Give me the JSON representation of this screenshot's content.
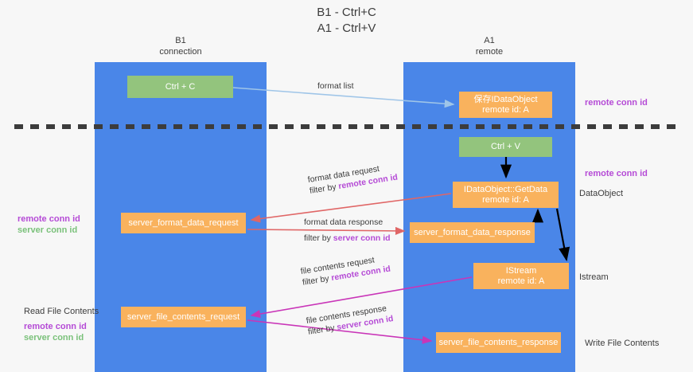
{
  "title": {
    "line1": "B1 - Ctrl+C",
    "line2": "A1 - Ctrl+V"
  },
  "lanes": [
    {
      "id": "b1",
      "name": "B1",
      "role": "connection",
      "color": "#4a86e8"
    },
    {
      "id": "a1",
      "name": "A1",
      "role": "remote",
      "color": "#4a86e8"
    }
  ],
  "colors": {
    "lane": "#4a86e8",
    "green_node": "#93c47d",
    "orange_node": "#f9b25d",
    "remote_conn_id": "#b54bd6",
    "server_conn_id": "#7ac17a",
    "format_arrow": "#e06666",
    "file_arrow": "#c935b8",
    "format_list_arrow": "#9fc5e8",
    "black_arrow": "#000000",
    "divider": "#3c3c3c"
  },
  "nodes": {
    "ctrl_c": {
      "label": "Ctrl + C",
      "style": "green"
    },
    "data_object": {
      "label": "保存IDataObject",
      "sublabel": "remote id: A",
      "style": "orange"
    },
    "ctrl_v": {
      "label": "Ctrl + V",
      "style": "green"
    },
    "get_data": {
      "label": "IDataObject::GetData",
      "sublabel": "remote id: A",
      "style": "orange"
    },
    "server_format_data_request": {
      "label": "server_format_data_request",
      "style": "orange"
    },
    "server_format_data_response": {
      "label": "server_format_data_response",
      "style": "orange"
    },
    "istream": {
      "label": "IStream",
      "sublabel": "remote id: A",
      "style": "orange"
    },
    "server_file_contents_request": {
      "label": "server_file_contents_request",
      "style": "orange"
    },
    "server_file_contents_response": {
      "label": "server_file_contents_response",
      "style": "orange"
    }
  },
  "flows": {
    "format_list": {
      "line1": "format list",
      "filter_prefix": "",
      "filter_key": ""
    },
    "format_data_request": {
      "line1": "format data request",
      "filter_prefix": "filter by ",
      "filter_key": "remote conn id"
    },
    "format_data_response": {
      "line1": "format data response",
      "filter_prefix": "filter by ",
      "filter_key": "server conn id"
    },
    "file_contents_request": {
      "line1": "file contents request",
      "filter_prefix": "filter by ",
      "filter_key": "remote conn id"
    },
    "file_contents_response": {
      "line1": "file contents response",
      "filter_prefix": "filter by ",
      "filter_key": "server conn id"
    }
  },
  "annotations": {
    "right_remote_conn_id_top": "remote conn id",
    "right_remote_conn_id_mid": "remote conn id",
    "right_data_object": "DataObject",
    "right_istream": "Istream",
    "right_write_file_contents": "Write File Contents",
    "left_remote_conn_id_mid": "remote conn id",
    "left_server_conn_id_mid": "server conn id",
    "left_read_file_contents": "Read File Contents",
    "left_remote_conn_id_bottom": "remote conn id",
    "left_server_conn_id_bottom": "server conn id"
  }
}
